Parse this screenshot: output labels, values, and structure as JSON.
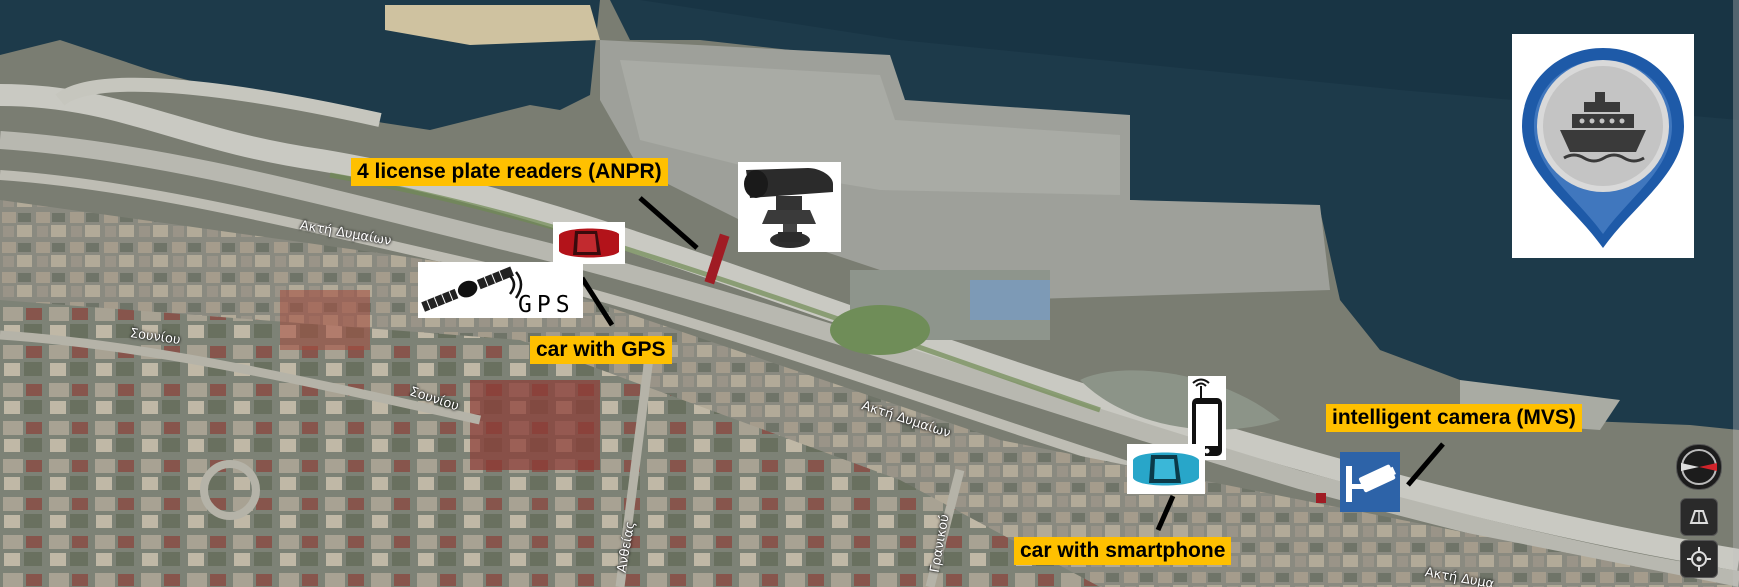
{
  "callouts": {
    "anpr": "4 license plate readers (ANPR)",
    "car_gps": "car with GPS",
    "camera_mvs": "intelligent camera (MVS)",
    "car_smartphone": "car with smartphone"
  },
  "gps_badge": {
    "text": "GPS"
  },
  "street_labels": {
    "akti_dymaion_1": "Ακτή Δυμαίων",
    "akti_dymaion_2": "Ακτή Δυμαίων",
    "akti_dymaion_3": "Ακτή Δυμα",
    "souniou_1": "Σουνίου",
    "souniou_2": "Σουνίου",
    "anthias": "Ανθείας",
    "granikou": "Γρανικού"
  },
  "icons": {
    "port_marker": "ship-pin-icon",
    "anpr_camera": "anpr-camera-icon",
    "car_red": "red-car-icon",
    "satellite": "satellite-icon",
    "smartphone": "smartphone-icon",
    "car_blue": "blue-car-icon",
    "cctv": "cctv-camera-icon",
    "compass": "compass-icon",
    "tilt": "tilt-icon",
    "locate": "locate-icon"
  },
  "colors": {
    "callout_bg": "#ffc000",
    "sea": "#1d3a4a",
    "pin_blue": "#1e5aa8",
    "sensor_red": "#a01c24",
    "cctv_blue": "#2d63a8"
  }
}
